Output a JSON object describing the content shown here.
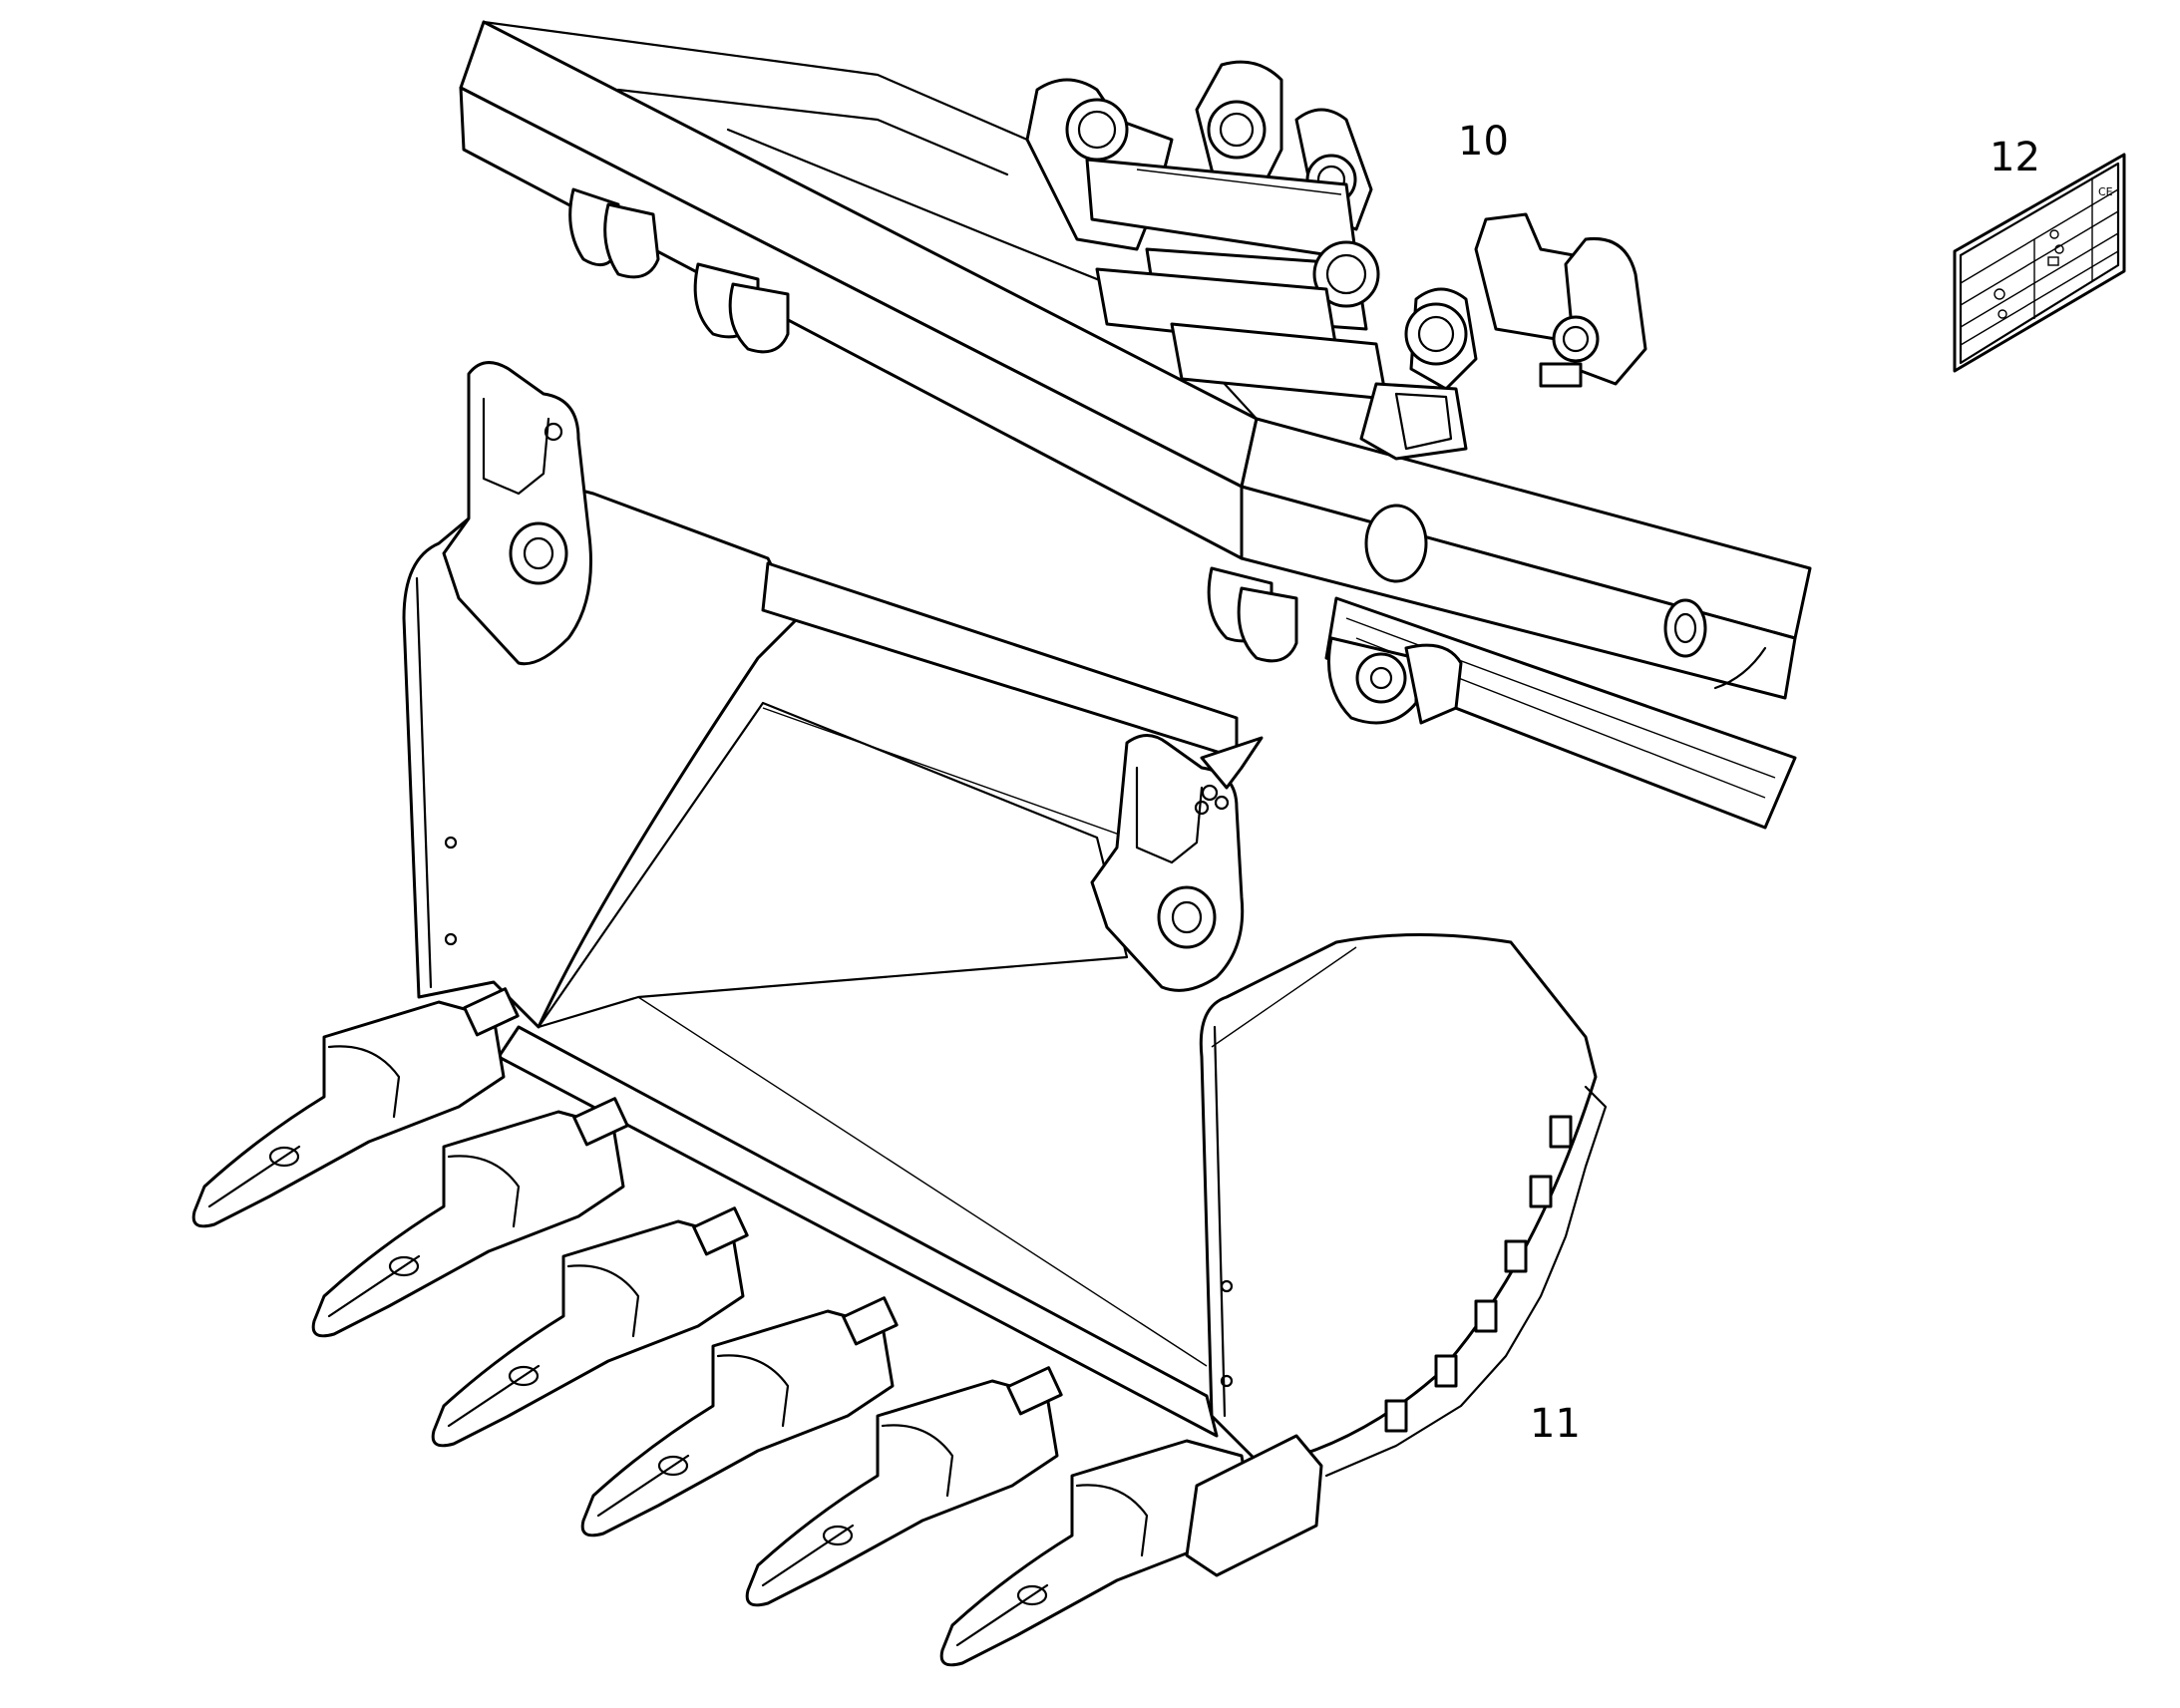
{
  "diagram": {
    "callouts": [
      {
        "id": "10",
        "label": "10"
      },
      {
        "id": "11",
        "label": "11"
      },
      {
        "id": "12",
        "label": "12"
      }
    ],
    "plate": {
      "mark": "CE"
    }
  }
}
